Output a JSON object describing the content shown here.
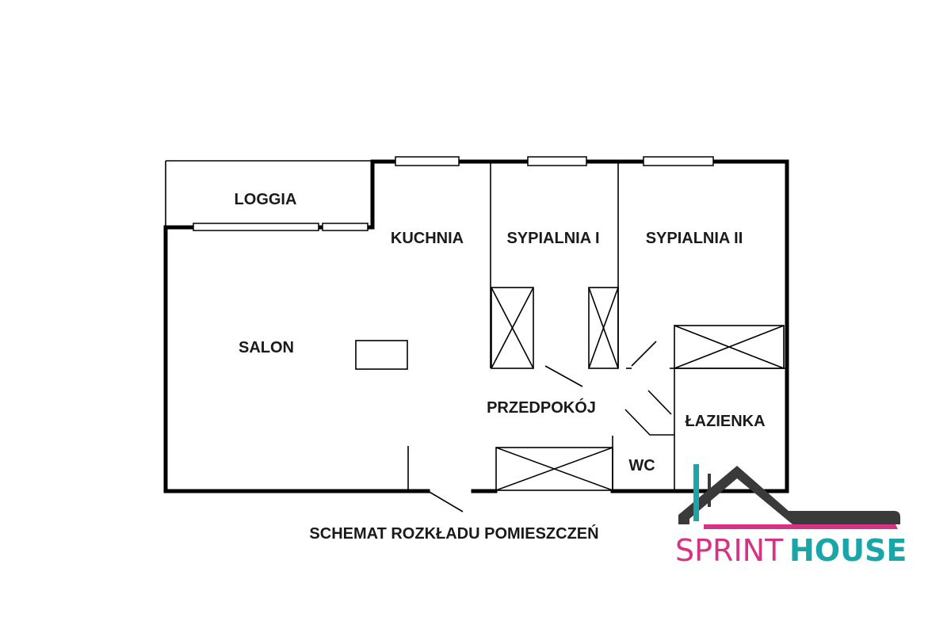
{
  "plan": {
    "rooms": {
      "loggia": "LOGGIA",
      "kuchnia": "KUCHNIA",
      "sypialnia_1": "SYPIALNIA I",
      "sypialnia_2": "SYPIALNIA II",
      "salon": "SALON",
      "przedpokoj": "PRZEDPOKÓJ",
      "lazienka": "ŁAZIENKA",
      "wc": "WC"
    },
    "caption": "SCHEMAT ROZKŁADU POMIESZCZEŃ"
  },
  "logo": {
    "word1": "SPRINT",
    "word2": "HOUSE",
    "colors": {
      "pink": "#d63384",
      "teal": "#1aa6a8",
      "roof": "#3a3a3a"
    }
  }
}
